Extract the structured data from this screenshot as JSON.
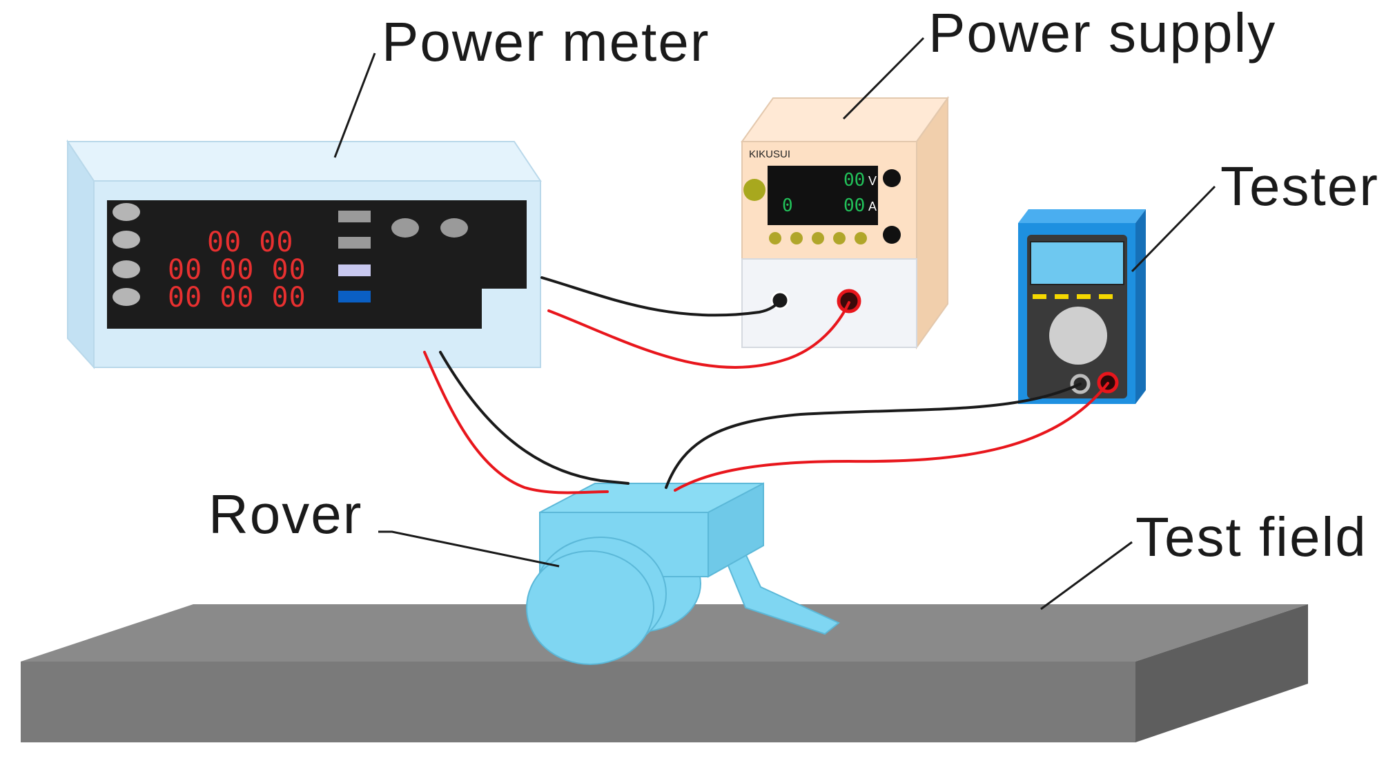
{
  "labels": {
    "power_meter": "Power meter",
    "power_supply": "Power supply",
    "tester": "Tester",
    "rover": "Rover",
    "test_field": "Test field"
  },
  "power_meter": {
    "readout_row1": "00 00",
    "readout_row2": "00 00 00",
    "readout_row3": "00 00 00"
  },
  "power_supply": {
    "brand": "KIKUSUI",
    "voltage_value": "00",
    "voltage_unit": "V",
    "current_value": "00",
    "current_unit": "A",
    "left_value": "0"
  },
  "colors": {
    "meter_body": "#d6ecf9",
    "supply_body": "#fde0c4",
    "tester_body": "#1e90e0",
    "rover_body": "#7fd6f2",
    "field_top": "#8a8a8a",
    "wire_red": "#e8161c",
    "wire_black": "#1a1a1a",
    "display_red": "#e83030",
    "display_green": "#22c25a"
  }
}
